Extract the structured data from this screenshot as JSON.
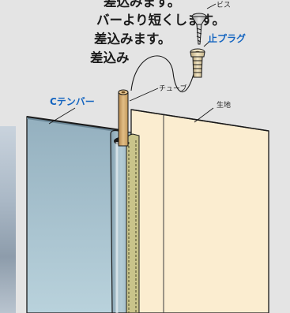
{
  "instructions": [
    "差込みます。",
    "バーより短くします。",
    "差込みます。",
    "差込み"
  ],
  "labels": {
    "screw": "ビス",
    "plug": "止プラグ",
    "tube": "チューブ",
    "c_tenbar": "Cテンバー",
    "fabric": "生地"
  },
  "colors": {
    "background": "#e4e4e4",
    "fabric": "#fbedd0",
    "tenbar": "#a9c4cf",
    "tube": "#d6b07a",
    "accent_blue": "#1565c0",
    "stitch_band": "#c9c48a"
  }
}
